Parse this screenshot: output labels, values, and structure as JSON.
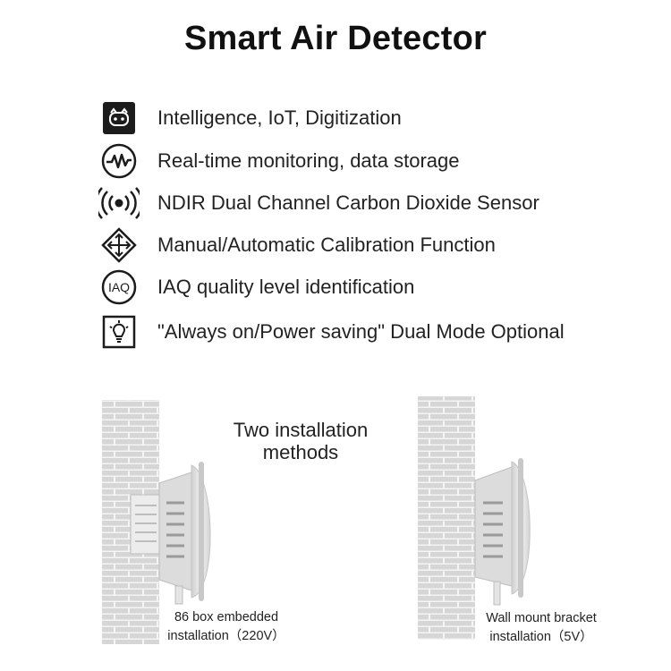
{
  "title": "Smart Air Detector",
  "features": [
    {
      "icon": "robot-face-icon",
      "label": "Intelligence, IoT, Digitization"
    },
    {
      "icon": "pulse-wave-icon",
      "label": "Real-time monitoring, data storage"
    },
    {
      "icon": "radio-signal-icon",
      "label": "NDIR Dual Channel Carbon Dioxide Sensor"
    },
    {
      "icon": "calibration-arrows-icon",
      "label": "Manual/Automatic Calibration Function"
    },
    {
      "icon": "iaq-badge-icon",
      "label": "IAQ quality level identification",
      "badge_text": "IAQ"
    },
    {
      "icon": "bulb-icon",
      "label": "\"Always on/Power saving\" Dual Mode Optional"
    }
  ],
  "installation": {
    "heading": "Two installation methods",
    "method_1": {
      "line1": "86 box embedded",
      "line2": "installation（220V）"
    },
    "method_2": {
      "line1": "Wall mount bracket",
      "line2": "installation（5V）"
    }
  },
  "colors": {
    "text": "#222222",
    "brick": "#d6d6d6",
    "mortar": "#f4f4f4",
    "device": "#e8e8e8"
  }
}
